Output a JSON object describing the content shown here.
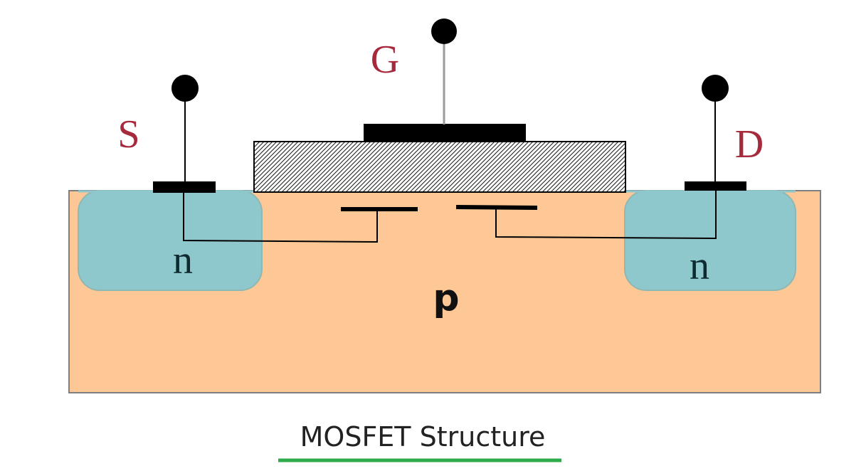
{
  "terminals": {
    "source": "S",
    "gate": "G",
    "drain": "D"
  },
  "regions": {
    "source_well": "n",
    "drain_well": "n",
    "substrate": "p"
  },
  "caption": "MOSFET Structure",
  "colors": {
    "substrate": "#fdc896",
    "n_well": "#8ec8cc",
    "terminal_label": "#a62a3c",
    "metal": "#000000",
    "caption_underline": "#2eaa4a"
  }
}
